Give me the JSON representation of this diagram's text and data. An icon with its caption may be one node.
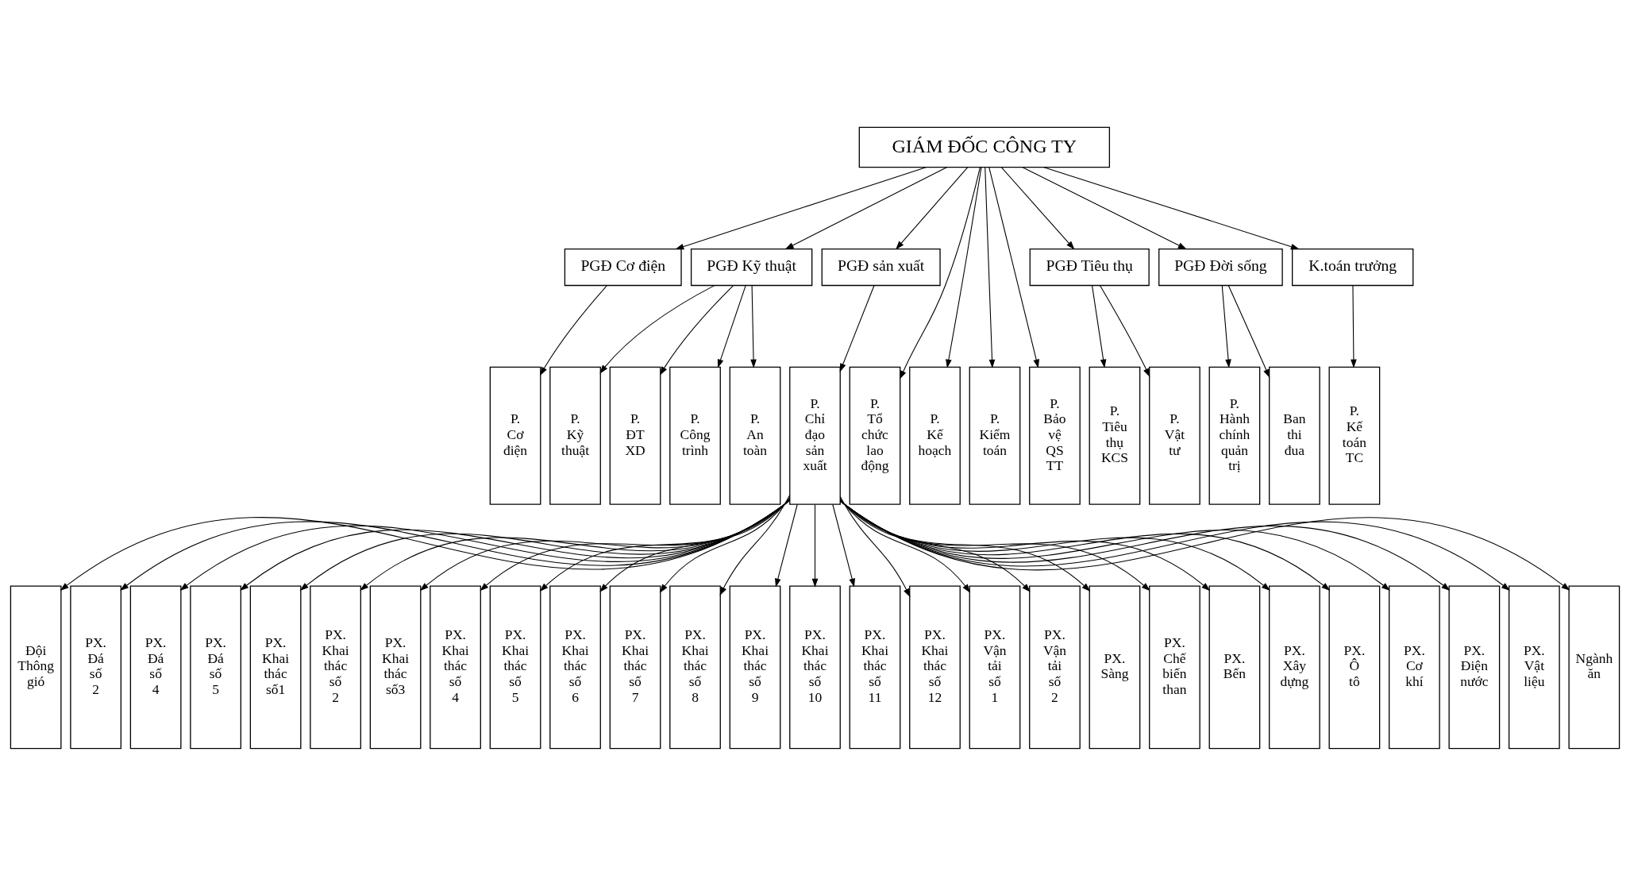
{
  "diagram": {
    "nodes": [
      {
        "text": [
          "GIÁM ĐỐC CÔNG TY"
        ]
      },
      {
        "text": [
          "PGĐ Cơ điện"
        ]
      },
      {
        "text": [
          "PGĐ Kỹ thuật"
        ]
      },
      {
        "text": [
          "PGĐ sản xuất"
        ]
      },
      {
        "text": [
          "PGĐ Tiêu thụ"
        ]
      },
      {
        "text": [
          "PGĐ Đời sống"
        ]
      },
      {
        "text": [
          "K.toán trưởng"
        ]
      },
      {
        "text": [
          "P. Cơ điện"
        ]
      },
      {
        "text": [
          "P. Kỹ thuật"
        ]
      },
      {
        "text": [
          "P. ĐT XD"
        ]
      },
      {
        "text": [
          "P. Công trình"
        ]
      },
      {
        "text": [
          "P. An toàn"
        ]
      },
      {
        "text": [
          "P. Chỉ đạo sản xuất"
        ]
      },
      {
        "text": [
          "P. Tổ chức lao động"
        ]
      },
      {
        "text": [
          "P. Kế hoạch"
        ]
      },
      {
        "text": [
          "P. Kiểm toán"
        ]
      },
      {
        "text": [
          "P. Bảo vệ QS TT"
        ]
      },
      {
        "text": [
          "P. Tiêu thụ KCS"
        ]
      },
      {
        "text": [
          "P. Vật tư"
        ]
      },
      {
        "text": [
          "P. Hành chính quản trị"
        ]
      },
      {
        "text": [
          "Ban thi đua"
        ]
      },
      {
        "text": [
          "P. Kế toán TC"
        ]
      },
      {
        "text": [
          "Đội Thông gió"
        ]
      },
      {
        "text": [
          "PX. Đá số 2"
        ]
      },
      {
        "text": [
          "PX. Đá số 4"
        ]
      },
      {
        "text": [
          "PX. Đá số 5"
        ]
      },
      {
        "text": [
          "PX. Khai thác số1"
        ]
      },
      {
        "text": [
          "PX. Khai thác số 2"
        ]
      },
      {
        "text": [
          "PX. Khai thác số3"
        ]
      },
      {
        "text": [
          "PX. Khai thác số 4"
        ]
      },
      {
        "text": [
          "PX. Khai thác số 5"
        ]
      },
      {
        "text": [
          "PX. Khai thác số 6"
        ]
      },
      {
        "text": [
          "PX. Khai thác số 7"
        ]
      },
      {
        "text": [
          "PX. Khai thác số 8"
        ]
      },
      {
        "text": [
          "PX. Khai thác số 9"
        ]
      },
      {
        "text": [
          "PX. Khai thác số 10"
        ]
      },
      {
        "text": [
          "PX. Khai thác số 11"
        ]
      },
      {
        "text": [
          "PX. Khai thác số 12"
        ]
      },
      {
        "text": [
          "PX. Vận tải số 1"
        ]
      },
      {
        "text": [
          "PX. Vận tải số 2"
        ]
      },
      {
        "text": [
          "PX. Sàng"
        ]
      },
      {
        "text": [
          "PX. Chế biến than"
        ]
      },
      {
        "text": [
          "PX. Bến"
        ]
      },
      {
        "text": [
          "PX. Xây dựng"
        ]
      },
      {
        "text": [
          "PX. Ô tô"
        ]
      },
      {
        "text": [
          "PX. Cơ khí"
        ]
      },
      {
        "text": [
          "PX. Điện nước"
        ]
      },
      {
        "text": [
          "PX. Vật liệu"
        ]
      },
      {
        "text": [
          "Ngành ăn"
        ]
      }
    ],
    "edges": [
      {
        "from": 0,
        "to": 1,
        "arrow": "to"
      },
      {
        "from": 0,
        "to": 2,
        "arrow": "to"
      },
      {
        "from": 0,
        "to": 3,
        "arrow": "to"
      },
      {
        "from": 0,
        "to": 4,
        "arrow": "to"
      },
      {
        "from": 0,
        "to": 5,
        "arrow": "to"
      },
      {
        "from": 0,
        "to": 6,
        "arrow": "to"
      },
      {
        "from": 0,
        "to": 13,
        "arrow": "to"
      },
      {
        "from": 0,
        "to": 14,
        "arrow": "to"
      },
      {
        "from": 0,
        "to": 15,
        "arrow": "to"
      },
      {
        "from": 0,
        "to": 16,
        "arrow": "to"
      },
      {
        "from": 1,
        "to": 7,
        "arrow": "to"
      },
      {
        "from": 2,
        "to": 8,
        "arrow": "to"
      },
      {
        "from": 2,
        "to": 9,
        "arrow": "to"
      },
      {
        "from": 2,
        "to": 10,
        "arrow": "to"
      },
      {
        "from": 2,
        "to": 11,
        "arrow": "to"
      },
      {
        "from": 3,
        "to": 12,
        "arrow": "to"
      },
      {
        "from": 4,
        "to": 17,
        "arrow": "to"
      },
      {
        "from": 4,
        "to": 18,
        "arrow": "to"
      },
      {
        "from": 5,
        "to": 19,
        "arrow": "to"
      },
      {
        "from": 5,
        "to": 20,
        "arrow": "to"
      },
      {
        "from": 6,
        "to": 21,
        "arrow": "to"
      },
      {
        "from": 12,
        "to": 22,
        "arrow": "to"
      },
      {
        "from": 12,
        "to": 23,
        "arrow": "to"
      },
      {
        "from": 12,
        "to": 24,
        "arrow": "to"
      },
      {
        "from": 12,
        "to": 25,
        "arrow": "to"
      },
      {
        "from": 12,
        "to": 26,
        "arrow": "to"
      },
      {
        "from": 12,
        "to": 27,
        "arrow": "to"
      },
      {
        "from": 12,
        "to": 28,
        "arrow": "to"
      },
      {
        "from": 12,
        "to": 29,
        "arrow": "to"
      },
      {
        "from": 12,
        "to": 30,
        "arrow": "to"
      },
      {
        "from": 12,
        "to": 31,
        "arrow": "to"
      },
      {
        "from": 12,
        "to": 32,
        "arrow": "to"
      },
      {
        "from": 12,
        "to": 33,
        "arrow": "to"
      },
      {
        "from": 12,
        "to": 34,
        "arrow": "to"
      },
      {
        "from": 12,
        "to": 35,
        "arrow": "to"
      },
      {
        "from": 12,
        "to": 36,
        "arrow": "to"
      },
      {
        "from": 12,
        "to": 37,
        "arrow": "to"
      },
      {
        "from": 12,
        "to": 38,
        "arrow": "to"
      },
      {
        "from": 12,
        "to": 39,
        "arrow": "to"
      },
      {
        "from": 12,
        "to": 40,
        "arrow": "to"
      },
      {
        "from": 12,
        "to": 41,
        "arrow": "to"
      },
      {
        "from": 12,
        "to": 42,
        "arrow": "to"
      },
      {
        "from": 12,
        "to": 43,
        "arrow": "to"
      },
      {
        "from": 12,
        "to": 44,
        "arrow": "to"
      },
      {
        "from": 12,
        "to": 45,
        "arrow": "to"
      },
      {
        "from": 12,
        "to": 46,
        "arrow": "to"
      },
      {
        "from": 12,
        "to": 47,
        "arrow": "to"
      },
      {
        "from": 12,
        "to": 48,
        "arrow": "to"
      }
    ]
  }
}
